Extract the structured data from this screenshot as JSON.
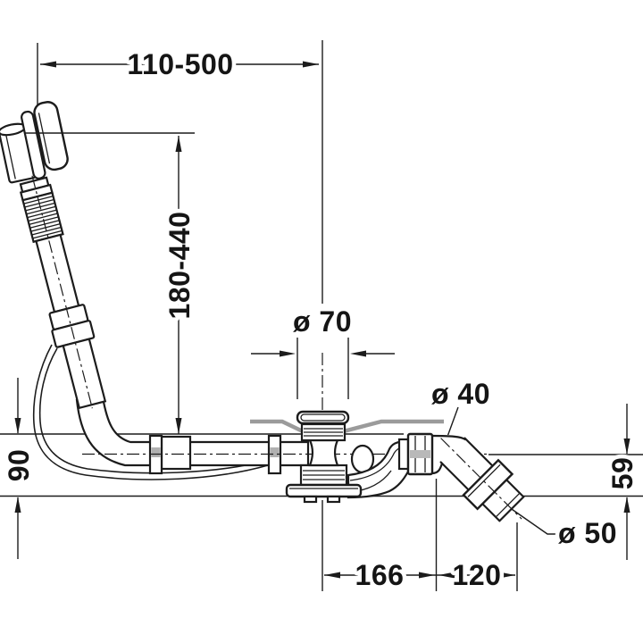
{
  "drawing": {
    "title": "bath-waste-and-overflow-set-dimensional-drawing",
    "dimensions": {
      "top_span": "110-500",
      "overflow_height": "180-440",
      "drain_diameter": "ø 70",
      "connection_diameter": "ø 40",
      "outlet_diameter": "ø 50",
      "pipe_height": "90",
      "outlet_height": "59",
      "drain_to_connection": "166",
      "connection_to_outlet": "120"
    },
    "colors": {
      "line": "#1c1c1c",
      "tub_surface": "#9b9b9b",
      "background": "#ffffff"
    }
  }
}
